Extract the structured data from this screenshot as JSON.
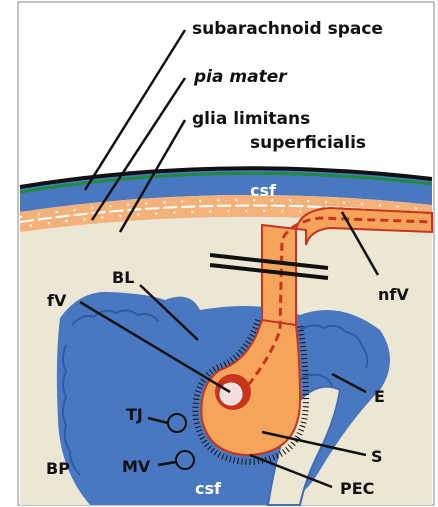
{
  "labels": {
    "subarachnoid": "subarachnoid space",
    "pia": "pia mater",
    "glia_line1": "glia limitans",
    "glia_line2": "superficialis",
    "csf_top": "csf",
    "bl": "BL",
    "fv": "fV",
    "nfv": "nfV",
    "e": "E",
    "tj": "TJ",
    "s": "S",
    "bp": "BP",
    "mv": "MV",
    "csf_bottom": "csf",
    "pec": "PEC"
  },
  "colors": {
    "brain_parenchyma": "#ece6d4",
    "csf_blue": "#4a78c0",
    "ependyma_blue": "#3f6db5",
    "pia_green": "#1f8a3a",
    "glia_orange": "#f4b27a",
    "neuron_orange": "#f5a45c",
    "neuron_red": "#c8341c",
    "dark": "#111111"
  }
}
